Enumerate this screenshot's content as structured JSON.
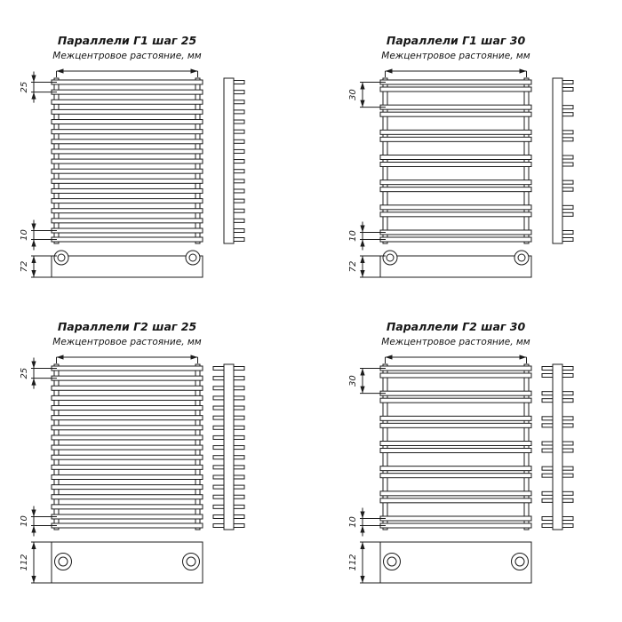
{
  "sheet": {
    "background": "#ffffff",
    "line_color": "#1c1c1c"
  },
  "panels": [
    {
      "title": "Параллели Г1 шаг 25",
      "subtitle": "Межцентровое растояние, мм",
      "step_label": "25",
      "bottom_step_label": "10",
      "collector_label": "72",
      "drawing": {
        "bar_layout": "even",
        "teeth_sides": "right",
        "bottom_type": "g1"
      }
    },
    {
      "title": "Параллели Г1 шаг 30",
      "subtitle": "Межцентровое растояние, мм",
      "step_label": "30",
      "bottom_step_label": "10",
      "collector_label": "72",
      "drawing": {
        "bar_layout": "paired",
        "teeth_sides": "right",
        "bottom_type": "g1"
      }
    },
    {
      "title": "Параллели Г2 шаг 25",
      "subtitle": "Межцентровое растояние, мм",
      "step_label": "25",
      "bottom_step_label": "10",
      "collector_label": "112",
      "drawing": {
        "bar_layout": "even",
        "teeth_sides": "both",
        "bottom_type": "g2"
      }
    },
    {
      "title": "Параллели Г2 шаг 30",
      "subtitle": "Межцентровое растояние, мм",
      "step_label": "30",
      "bottom_step_label": "10",
      "collector_label": "112",
      "drawing": {
        "bar_layout": "paired",
        "teeth_sides": "both",
        "bottom_type": "g2"
      }
    }
  ]
}
